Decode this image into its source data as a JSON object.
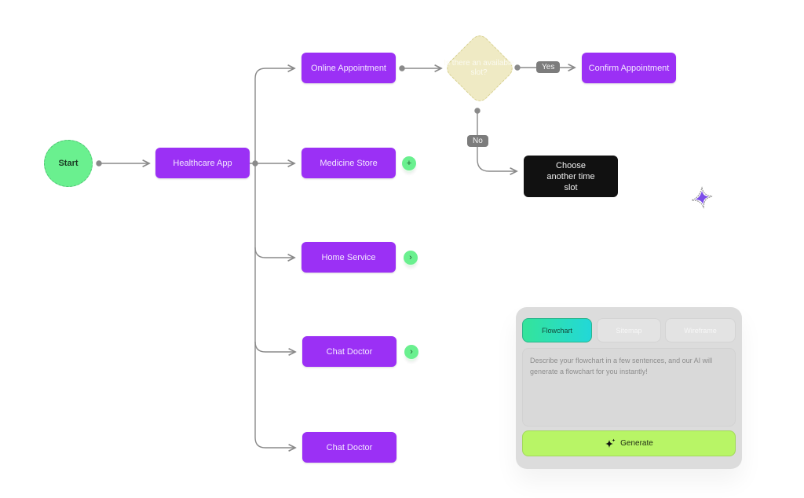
{
  "flowchart": {
    "start": "Start",
    "app": "Healthcare App",
    "branches": [
      {
        "label": "Online Appointment"
      },
      {
        "label": "Medicine Store",
        "add_icon": "+"
      },
      {
        "label": "Home Service",
        "add_icon": "›"
      },
      {
        "label": "Chat Doctor",
        "add_icon": "›"
      },
      {
        "label": "Chat Doctor"
      }
    ],
    "decision": "Is there an available slot?",
    "yes_label": "Yes",
    "no_label": "No",
    "confirm": "Confirm Appointment",
    "alternative": "Choose another time slot"
  },
  "panel": {
    "tabs": [
      {
        "label": "Flowchart",
        "active": true
      },
      {
        "label": "Sitemap",
        "active": false
      },
      {
        "label": "Wireframe",
        "active": false
      }
    ],
    "prompt_placeholder": "Describe your flowchart in a few sentences, and our AI will generate a flowchart for you instantly!",
    "generate_label": "Generate",
    "generate_icon": "sparkle-icon"
  },
  "colors": {
    "node_purple": "#9b30f5",
    "start_green": "#6af08f",
    "generate_green": "#b8f566",
    "decision_yellow": "#efeac4",
    "sparkle_purple": "#7b4ee8"
  }
}
